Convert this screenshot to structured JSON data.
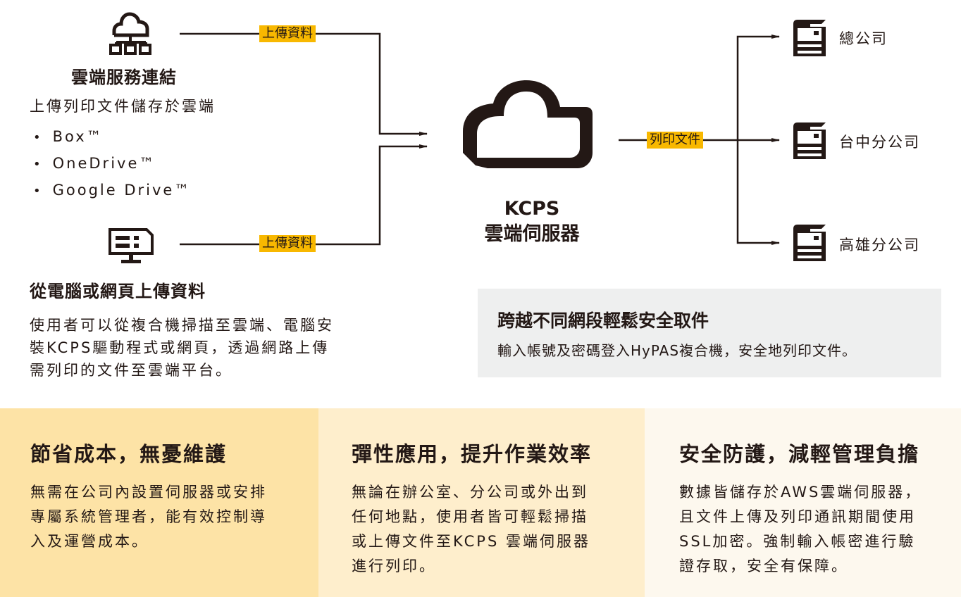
{
  "colors": {
    "ink": "#231815",
    "accent_yellow": "#f8b800",
    "info_box_bg": "#eeefef",
    "panel_1_bg": "#fde3a6",
    "panel_2_bg": "#feeecc",
    "panel_3_bg": "#fdf8ee"
  },
  "sources": [
    {
      "icon": "cloud-network-icon",
      "title": "雲端服務連結",
      "subtitle": "上傳列印文件儲存於雲端",
      "bullets": [
        "Box™",
        "OneDrive™",
        "Google Drive™"
      ],
      "tag": "上傳資料"
    },
    {
      "icon": "monitor-icon",
      "title": "從電腦或網頁上傳資料",
      "description_lines": [
        "使用者可以從複合機掃描至雲端、電腦安",
        "裝KCPS驅動程式或網頁，透過網路上傳",
        "需列印的文件至雲端平台。"
      ],
      "tag": "上傳資料"
    }
  ],
  "server": {
    "icon": "cloud-icon",
    "label_line1": "KCPS",
    "label_line2": "雲端伺服器",
    "output_tag": "列印文件"
  },
  "destinations": [
    {
      "icon": "printer-icon",
      "label": "總公司"
    },
    {
      "icon": "printer-icon",
      "label": "台中分公司"
    },
    {
      "icon": "printer-icon",
      "label": "高雄分公司"
    }
  ],
  "info_box": {
    "title": "跨越不同網段輕鬆安全取件",
    "text": "輸入帳號及密碼登入HyPAS複合機，安全地列印文件。"
  },
  "panels": [
    {
      "title": "節省成本，無憂維護",
      "lines": [
        "無需在公司內設置伺服器或安排",
        "專屬系統管理者，能有效控制導",
        "入及運營成本。"
      ]
    },
    {
      "title": "彈性應用，提升作業效率",
      "lines": [
        "無論在辦公室、分公司或外出到",
        "任何地點，使用者皆可輕鬆掃描",
        "或上傳文件至KCPS 雲端伺服器",
        "進行列印。"
      ]
    },
    {
      "title": "安全防護，減輕管理負擔",
      "lines": [
        "數據皆儲存於AWS雲端伺服器，",
        "且文件上傳及列印通訊期間使用",
        "SSL加密。強制輸入帳密進行驗",
        "證存取，安全有保障。"
      ]
    }
  ]
}
